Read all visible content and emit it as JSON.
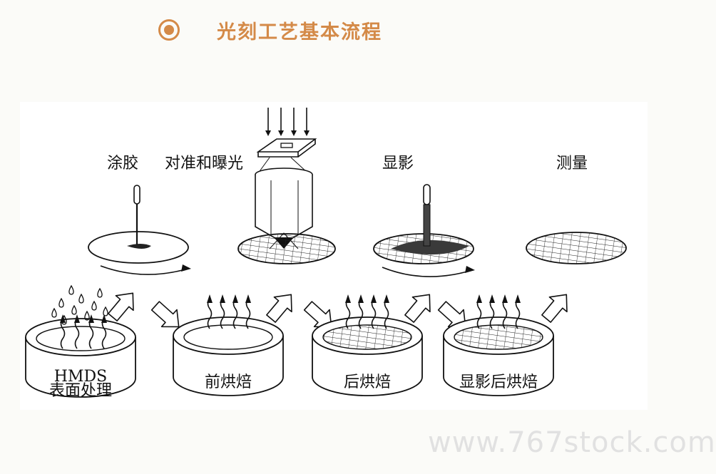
{
  "header": {
    "title": "光刻工艺基本流程",
    "accent_color": "#d48a48",
    "bullet_icon": "circle-bullet-icon"
  },
  "diagram": {
    "top_steps": [
      {
        "id": "coat",
        "label": "涂胶"
      },
      {
        "id": "expose",
        "label": "对准和曝光"
      },
      {
        "id": "develop",
        "label": "显影"
      },
      {
        "id": "measure",
        "label": "测量"
      }
    ],
    "bottom_steps": [
      {
        "id": "hmds",
        "label_line1": "HMDS",
        "label_line2": "表面处理"
      },
      {
        "id": "prebake",
        "label": "前烘焙"
      },
      {
        "id": "postexp",
        "label": "后烘焙"
      },
      {
        "id": "hardbake",
        "label": "显影后烘焙"
      }
    ]
  },
  "watermark": "www.767stock.com"
}
